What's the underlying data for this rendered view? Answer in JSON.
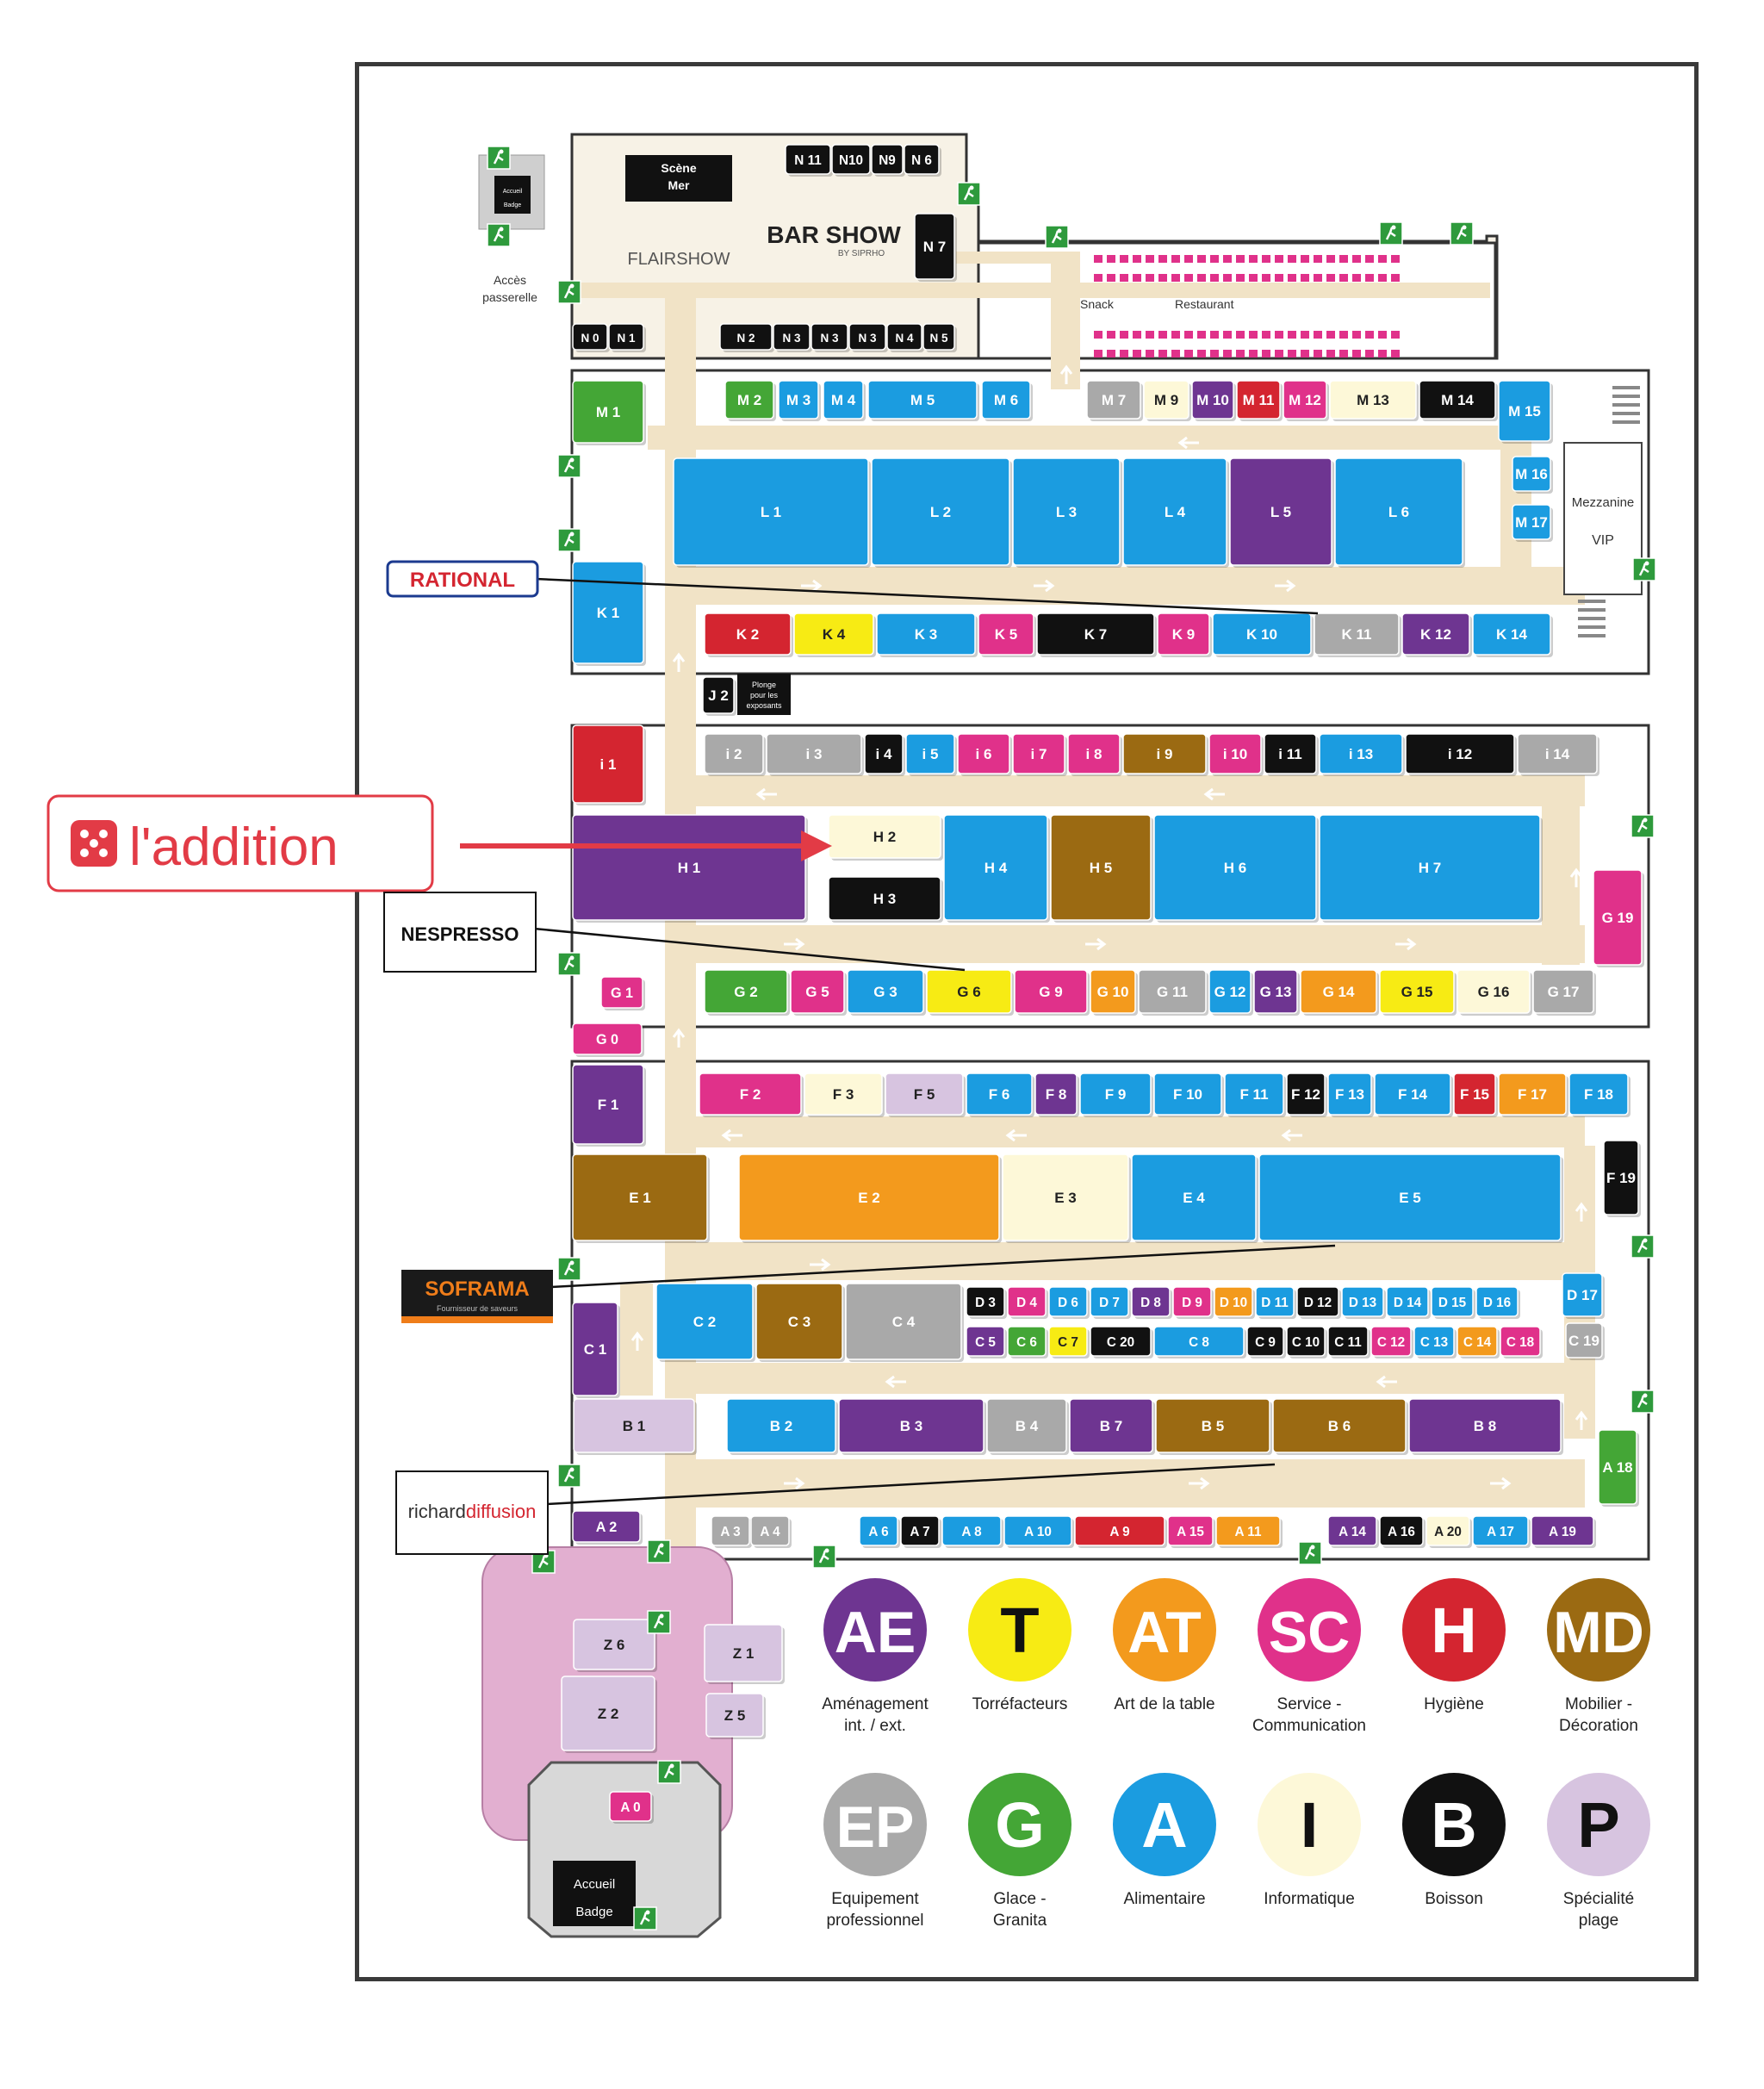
{
  "colors": {
    "purple": "#6e3591",
    "yellow": "#f7eb14",
    "orange": "#f39a1d",
    "pink": "#e0318a",
    "red": "#d42530",
    "brown": "#9b6a12",
    "grey": "#a9a9a9",
    "green": "#44a636",
    "blue": "#1b9ce0",
    "cream": "#fdf8d8",
    "black": "#111111",
    "lavender": "#d7c4e0",
    "aisle": "#f1e3c6",
    "exit": "#2e9a3c",
    "arrow_red": "#e23b46"
  },
  "header_zone": {
    "stage_label": "Scène Mer",
    "flairshow": "FLAIRSHOW",
    "barshow": "BAR SHOW",
    "barshow_sub": "BY SIPRHO",
    "snack": "Snack",
    "restaurant": "Restaurant",
    "acces": "Accès passerelle",
    "accueil_small": "Accueil Badge",
    "mezzanine": "Mezzanine",
    "vip": "VIP",
    "plonge": "Plonge pour les exposants",
    "accueil_bottom_1": "Accueil",
    "accueil_bottom_2": "Badge"
  },
  "sponsors": {
    "laddition": "l'addition",
    "rational": "RATIONAL",
    "nespresso": "NESPRESSO",
    "soframa": "SOFRAMA",
    "soframa_sub": "Fournisseur de saveurs",
    "richard_a": "richard",
    "richard_b": "diffusion"
  },
  "booths": [
    [
      "N 11",
      "black",
      912,
      168,
      52,
      34
    ],
    [
      "N10",
      "black",
      966,
      168,
      44,
      34
    ],
    [
      "N9",
      "black",
      1012,
      168,
      36,
      34
    ],
    [
      "N 6",
      "black",
      1050,
      168,
      40,
      34
    ],
    [
      "N 7",
      "black",
      1062,
      248,
      46,
      76
    ],
    [
      "N 0",
      "black",
      665,
      376,
      40,
      30
    ],
    [
      "N 1",
      "black",
      707,
      376,
      40,
      30
    ],
    [
      "N 2",
      "black",
      836,
      376,
      60,
      30
    ],
    [
      "N 3",
      "black",
      898,
      376,
      42,
      30
    ],
    [
      "N 3",
      "black",
      942,
      376,
      42,
      30
    ],
    [
      "N 3",
      "black",
      986,
      376,
      42,
      30
    ],
    [
      "N 4",
      "black",
      1030,
      376,
      40,
      30
    ],
    [
      "N 5",
      "black",
      1072,
      376,
      36,
      30
    ],
    [
      "M 1",
      "green",
      665,
      442,
      82,
      72
    ],
    [
      "M 2",
      "green",
      842,
      442,
      56,
      44
    ],
    [
      "M 3",
      "blue",
      904,
      442,
      46,
      44
    ],
    [
      "M 4",
      "blue",
      956,
      442,
      46,
      44
    ],
    [
      "M 5",
      "blue",
      1008,
      442,
      126,
      44
    ],
    [
      "M 6",
      "blue",
      1140,
      442,
      56,
      44
    ],
    [
      "M 7",
      "grey",
      1262,
      442,
      62,
      44
    ],
    [
      "M 9",
      "cream",
      1328,
      442,
      52,
      44
    ],
    [
      "M 10",
      "purple",
      1384,
      442,
      48,
      44
    ],
    [
      "M 11",
      "red",
      1436,
      442,
      50,
      44
    ],
    [
      "M 12",
      "pink",
      1490,
      442,
      50,
      44
    ],
    [
      "M 13",
      "cream",
      1544,
      442,
      100,
      44
    ],
    [
      "M 14",
      "black",
      1648,
      442,
      88,
      44
    ],
    [
      "M 15",
      "blue",
      1740,
      442,
      60,
      70
    ],
    [
      "M 16",
      "blue",
      1756,
      530,
      44,
      40
    ],
    [
      "M 17",
      "blue",
      1756,
      586,
      44,
      40
    ],
    [
      "L 1",
      "blue",
      782,
      532,
      226,
      124
    ],
    [
      "L 2",
      "blue",
      1012,
      532,
      160,
      124
    ],
    [
      "L 3",
      "blue",
      1176,
      532,
      124,
      124
    ],
    [
      "L 4",
      "blue",
      1304,
      532,
      120,
      124
    ],
    [
      "L 5",
      "purple",
      1428,
      532,
      118,
      124
    ],
    [
      "L 6",
      "blue",
      1550,
      532,
      148,
      124
    ],
    [
      "K 1",
      "blue",
      665,
      652,
      82,
      118
    ],
    [
      "K 2",
      "red",
      818,
      712,
      100,
      48
    ],
    [
      "K 4",
      "yellow",
      922,
      712,
      92,
      48
    ],
    [
      "K 3",
      "blue",
      1018,
      712,
      114,
      48
    ],
    [
      "K 5",
      "pink",
      1136,
      712,
      64,
      48
    ],
    [
      "K 7",
      "black",
      1204,
      712,
      136,
      48
    ],
    [
      "K 9",
      "pink",
      1344,
      712,
      60,
      48
    ],
    [
      "K 10",
      "blue",
      1408,
      712,
      114,
      48
    ],
    [
      "K 11",
      "grey",
      1526,
      712,
      98,
      48
    ],
    [
      "K 12",
      "purple",
      1628,
      712,
      78,
      48
    ],
    [
      "K 14",
      "blue",
      1710,
      712,
      90,
      48
    ],
    [
      "J 2",
      "black",
      816,
      786,
      36,
      42
    ],
    [
      "i 1",
      "red",
      665,
      842,
      82,
      90
    ],
    [
      "i 2",
      "grey",
      818,
      852,
      68,
      46
    ],
    [
      "i 3",
      "grey",
      890,
      852,
      110,
      46
    ],
    [
      "i 4",
      "black",
      1004,
      852,
      44,
      46
    ],
    [
      "i 5",
      "blue",
      1052,
      852,
      56,
      46
    ],
    [
      "i 6",
      "pink",
      1112,
      852,
      60,
      46
    ],
    [
      "i 7",
      "pink",
      1176,
      852,
      60,
      46
    ],
    [
      "i 8",
      "pink",
      1240,
      852,
      60,
      46
    ],
    [
      "i 9",
      "brown",
      1304,
      852,
      96,
      46
    ],
    [
      "i 10",
      "pink",
      1404,
      852,
      60,
      46
    ],
    [
      "i 11",
      "black",
      1468,
      852,
      60,
      46
    ],
    [
      "i 13",
      "blue",
      1532,
      852,
      96,
      46
    ],
    [
      "i 12",
      "black",
      1632,
      852,
      126,
      46
    ],
    [
      "i 14",
      "grey",
      1762,
      852,
      92,
      46
    ],
    [
      "H 1",
      "purple",
      665,
      946,
      270,
      122
    ],
    [
      "H 2",
      "cream",
      962,
      946,
      130,
      50
    ],
    [
      "H 3",
      "black",
      962,
      1018,
      130,
      50
    ],
    [
      "H 4",
      "blue",
      1096,
      946,
      120,
      122
    ],
    [
      "H 5",
      "brown",
      1220,
      946,
      116,
      122
    ],
    [
      "H 6",
      "blue",
      1340,
      946,
      188,
      122
    ],
    [
      "H 7",
      "blue",
      1532,
      946,
      256,
      122
    ],
    [
      "G 19",
      "pink",
      1850,
      1010,
      56,
      110
    ],
    [
      "G 1",
      "pink",
      698,
      1134,
      48,
      36
    ],
    [
      "G 0",
      "pink",
      665,
      1188,
      80,
      36
    ],
    [
      "G 2",
      "green",
      818,
      1126,
      96,
      50
    ],
    [
      "G 5",
      "pink",
      918,
      1126,
      62,
      50
    ],
    [
      "G 3",
      "blue",
      984,
      1126,
      88,
      50
    ],
    [
      "G 6",
      "yellow",
      1076,
      1126,
      98,
      50
    ],
    [
      "G 9",
      "pink",
      1178,
      1126,
      84,
      50
    ],
    [
      "G 10",
      "orange",
      1266,
      1126,
      52,
      50
    ],
    [
      "G 11",
      "grey",
      1322,
      1126,
      78,
      50
    ],
    [
      "G 12",
      "blue",
      1404,
      1126,
      48,
      50
    ],
    [
      "G 13",
      "purple",
      1456,
      1126,
      50,
      50
    ],
    [
      "G 14",
      "orange",
      1510,
      1126,
      88,
      50
    ],
    [
      "G 15",
      "yellow",
      1602,
      1126,
      86,
      50
    ],
    [
      "G 16",
      "cream",
      1692,
      1126,
      84,
      50
    ],
    [
      "G 17",
      "grey",
      1780,
      1126,
      70,
      50
    ],
    [
      "F 1",
      "purple",
      665,
      1236,
      82,
      92
    ],
    [
      "F 2",
      "pink",
      812,
      1246,
      118,
      48
    ],
    [
      "F 3",
      "cream",
      934,
      1246,
      90,
      48
    ],
    [
      "F 5",
      "lavender",
      1028,
      1246,
      90,
      48
    ],
    [
      "F 6",
      "blue",
      1122,
      1246,
      76,
      48
    ],
    [
      "F 8",
      "purple",
      1202,
      1246,
      48,
      48
    ],
    [
      "F 9",
      "blue",
      1254,
      1246,
      82,
      48
    ],
    [
      "F 10",
      "blue",
      1340,
      1246,
      78,
      48
    ],
    [
      "F 11",
      "blue",
      1422,
      1246,
      68,
      48
    ],
    [
      "F 12",
      "black",
      1494,
      1246,
      44,
      48
    ],
    [
      "F 13",
      "blue",
      1542,
      1246,
      50,
      48
    ],
    [
      "F 14",
      "blue",
      1596,
      1246,
      88,
      48
    ],
    [
      "F 15",
      "red",
      1688,
      1246,
      48,
      48
    ],
    [
      "F 17",
      "orange",
      1740,
      1246,
      78,
      48
    ],
    [
      "F 18",
      "blue",
      1822,
      1246,
      68,
      48
    ],
    [
      "F 19",
      "black",
      1862,
      1324,
      40,
      86
    ],
    [
      "E 1",
      "brown",
      665,
      1340,
      156,
      100
    ],
    [
      "E 2",
      "orange",
      858,
      1340,
      302,
      100
    ],
    [
      "E 3",
      "cream",
      1164,
      1340,
      146,
      100
    ],
    [
      "E 4",
      "blue",
      1314,
      1340,
      144,
      100
    ],
    [
      "E 5",
      "blue",
      1462,
      1340,
      350,
      100
    ],
    [
      "D 3",
      "black",
      1122,
      1494,
      44,
      34
    ],
    [
      "D 4",
      "pink",
      1170,
      1494,
      44,
      34
    ],
    [
      "D 6",
      "blue",
      1218,
      1494,
      44,
      34
    ],
    [
      "D 7",
      "blue",
      1266,
      1494,
      44,
      34
    ],
    [
      "D 8",
      "purple",
      1314,
      1494,
      44,
      34
    ],
    [
      "D 9",
      "pink",
      1362,
      1494,
      44,
      34
    ],
    [
      "D 10",
      "orange",
      1410,
      1494,
      44,
      34
    ],
    [
      "D 11",
      "blue",
      1458,
      1494,
      44,
      34
    ],
    [
      "D 12",
      "black",
      1506,
      1494,
      48,
      34
    ],
    [
      "D 13",
      "blue",
      1558,
      1494,
      48,
      34
    ],
    [
      "D 14",
      "blue",
      1610,
      1494,
      48,
      34
    ],
    [
      "D 15",
      "blue",
      1662,
      1494,
      48,
      34
    ],
    [
      "D 16",
      "blue",
      1714,
      1494,
      48,
      34
    ],
    [
      "D 17",
      "blue",
      1814,
      1478,
      46,
      50
    ],
    [
      "C 1",
      "purple",
      665,
      1512,
      52,
      108
    ],
    [
      "C 2",
      "blue",
      762,
      1490,
      112,
      88
    ],
    [
      "C 3",
      "brown",
      878,
      1490,
      100,
      88
    ],
    [
      "C 4",
      "grey",
      982,
      1490,
      134,
      88
    ],
    [
      "C 5",
      "purple",
      1122,
      1540,
      44,
      34
    ],
    [
      "C 6",
      "green",
      1170,
      1540,
      44,
      34
    ],
    [
      "C 7",
      "yellow",
      1218,
      1540,
      44,
      34
    ],
    [
      "C 20",
      "black",
      1266,
      1540,
      70,
      34
    ],
    [
      "C 8",
      "blue",
      1340,
      1540,
      104,
      34
    ],
    [
      "C 9",
      "black",
      1448,
      1540,
      42,
      34
    ],
    [
      "C 10",
      "black",
      1494,
      1540,
      44,
      34
    ],
    [
      "C 11",
      "black",
      1542,
      1540,
      46,
      34
    ],
    [
      "C 12",
      "pink",
      1592,
      1540,
      46,
      34
    ],
    [
      "C 13",
      "blue",
      1642,
      1540,
      46,
      34
    ],
    [
      "C 14",
      "orange",
      1692,
      1540,
      46,
      34
    ],
    [
      "C 18",
      "pink",
      1742,
      1540,
      46,
      34
    ],
    [
      "C 19",
      "grey",
      1818,
      1536,
      42,
      40
    ],
    [
      "B 1",
      "lavender",
      666,
      1624,
      140,
      62
    ],
    [
      "B 2",
      "blue",
      844,
      1624,
      126,
      62
    ],
    [
      "B 3",
      "purple",
      974,
      1624,
      168,
      62
    ],
    [
      "B 4",
      "grey",
      1146,
      1624,
      92,
      62
    ],
    [
      "B 7",
      "purple",
      1242,
      1624,
      96,
      62
    ],
    [
      "B 5",
      "brown",
      1342,
      1624,
      132,
      62
    ],
    [
      "B 6",
      "brown",
      1478,
      1624,
      154,
      62
    ],
    [
      "B 8",
      "purple",
      1636,
      1624,
      176,
      62
    ],
    [
      "A 18",
      "green",
      1856,
      1660,
      44,
      86
    ],
    [
      "A 2",
      "purple",
      665,
      1754,
      78,
      36
    ],
    [
      "A 3",
      "grey",
      826,
      1760,
      44,
      34
    ],
    [
      "A 4",
      "grey",
      872,
      1760,
      44,
      34
    ],
    [
      "A 6",
      "blue",
      998,
      1760,
      44,
      34
    ],
    [
      "A 7",
      "black",
      1046,
      1760,
      44,
      34
    ],
    [
      "A 8",
      "blue",
      1094,
      1760,
      68,
      34
    ],
    [
      "A 10",
      "blue",
      1166,
      1760,
      78,
      34
    ],
    [
      "A 9",
      "red",
      1248,
      1760,
      104,
      34
    ],
    [
      "A 15",
      "pink",
      1356,
      1760,
      52,
      34
    ],
    [
      "A 11",
      "orange",
      1412,
      1760,
      74,
      34
    ],
    [
      "A 14",
      "purple",
      1542,
      1760,
      56,
      34
    ],
    [
      "A 16",
      "black",
      1602,
      1760,
      50,
      34
    ],
    [
      "A 20",
      "cream",
      1656,
      1760,
      50,
      34
    ],
    [
      "A 17",
      "blue",
      1710,
      1760,
      64,
      34
    ],
    [
      "A 19",
      "purple",
      1778,
      1760,
      72,
      34
    ],
    [
      "Z 6",
      "lavender",
      666,
      1880,
      94,
      58
    ],
    [
      "Z 1",
      "lavender",
      818,
      1886,
      90,
      66
    ],
    [
      "Z 2",
      "lavender",
      652,
      1946,
      108,
      86
    ],
    [
      "Z 5",
      "lavender",
      820,
      1966,
      66,
      50
    ],
    [
      "A 0",
      "pink",
      708,
      2080,
      48,
      34
    ]
  ],
  "legend": [
    {
      "code": "AE",
      "color": "purple",
      "label_1": "Aménagement",
      "label_2": "int. / ext."
    },
    {
      "code": "T",
      "color": "yellow",
      "label_1": "Torréfacteurs",
      "label_2": ""
    },
    {
      "code": "AT",
      "color": "orange",
      "label_1": "Art de la table",
      "label_2": ""
    },
    {
      "code": "SC",
      "color": "pink",
      "label_1": "Service -",
      "label_2": "Communication"
    },
    {
      "code": "H",
      "color": "red",
      "label_1": "Hygiène",
      "label_2": ""
    },
    {
      "code": "MD",
      "color": "brown",
      "label_1": "Mobilier -",
      "label_2": "Décoration"
    },
    {
      "code": "EP",
      "color": "grey",
      "label_1": "Equipement",
      "label_2": "professionnel"
    },
    {
      "code": "G",
      "color": "green",
      "label_1": "Glace -",
      "label_2": "Granita"
    },
    {
      "code": "A",
      "color": "blue",
      "label_1": "Alimentaire",
      "label_2": ""
    },
    {
      "code": "I",
      "color": "cream",
      "label_1": "Informatique",
      "label_2": ""
    },
    {
      "code": "B",
      "color": "black",
      "label_1": "Boisson",
      "label_2": ""
    },
    {
      "code": "P",
      "color": "lavender",
      "label_1": "Spécialité",
      "label_2": "plage"
    }
  ]
}
